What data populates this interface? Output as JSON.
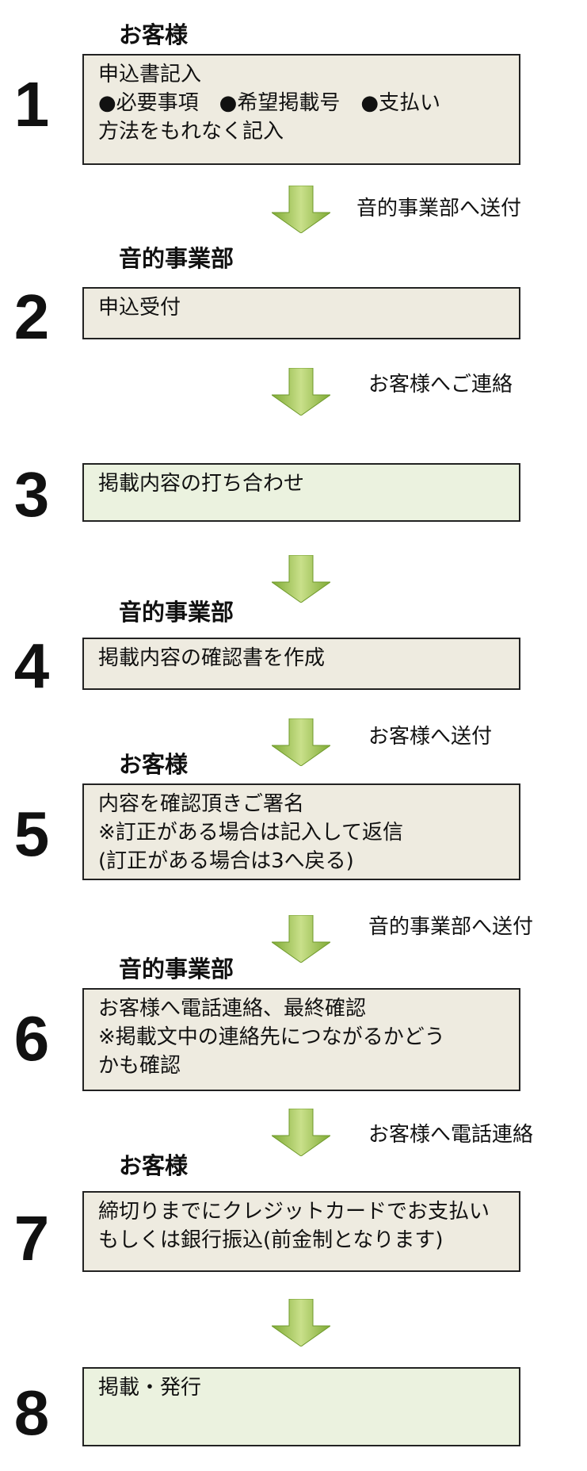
{
  "steps": [
    {
      "number": "1",
      "actor": "お客様",
      "lines": [
        "申込書記入",
        "●必要事項　●希望掲載号　●支払い",
        "方法をもれなく記入"
      ]
    },
    {
      "number": "2",
      "actor": "音的事業部",
      "lines": [
        "申込受付"
      ]
    },
    {
      "number": "3",
      "actor": "",
      "lines": [
        "掲載内容の打ち合わせ"
      ]
    },
    {
      "number": "4",
      "actor": "音的事業部",
      "lines": [
        "掲載内容の確認書を作成"
      ]
    },
    {
      "number": "5",
      "actor": "お客様",
      "lines": [
        "内容を確認頂きご署名",
        "※訂正がある場合は記入して返信",
        "(訂正がある場合は3へ戻る)"
      ]
    },
    {
      "number": "6",
      "actor": "音的事業部",
      "lines": [
        "お客様へ電話連絡、最終確認",
        "※掲載文中の連絡先につながるかどう",
        "かも確認"
      ]
    },
    {
      "number": "7",
      "actor": "お客様",
      "lines": [
        "締切りまでにクレジットカードでお支払い",
        "もしくは銀行振込(前金制となります)"
      ]
    },
    {
      "number": "8",
      "actor": "",
      "lines": [
        "掲載・発行"
      ]
    }
  ],
  "transitions": [
    {
      "note": "音的事業部へ送付"
    },
    {
      "note": "お客様へご連絡"
    },
    {
      "note": ""
    },
    {
      "note": "お客様へ送付"
    },
    {
      "note": "音的事業部へ送付"
    },
    {
      "note": "お客様へ電話連絡"
    },
    {
      "note": ""
    }
  ],
  "colors": {
    "box_beige": "#eeebe0",
    "box_green": "#ebf2df",
    "arrow_light": "#c4dc82",
    "arrow_dark": "#86b43a"
  }
}
